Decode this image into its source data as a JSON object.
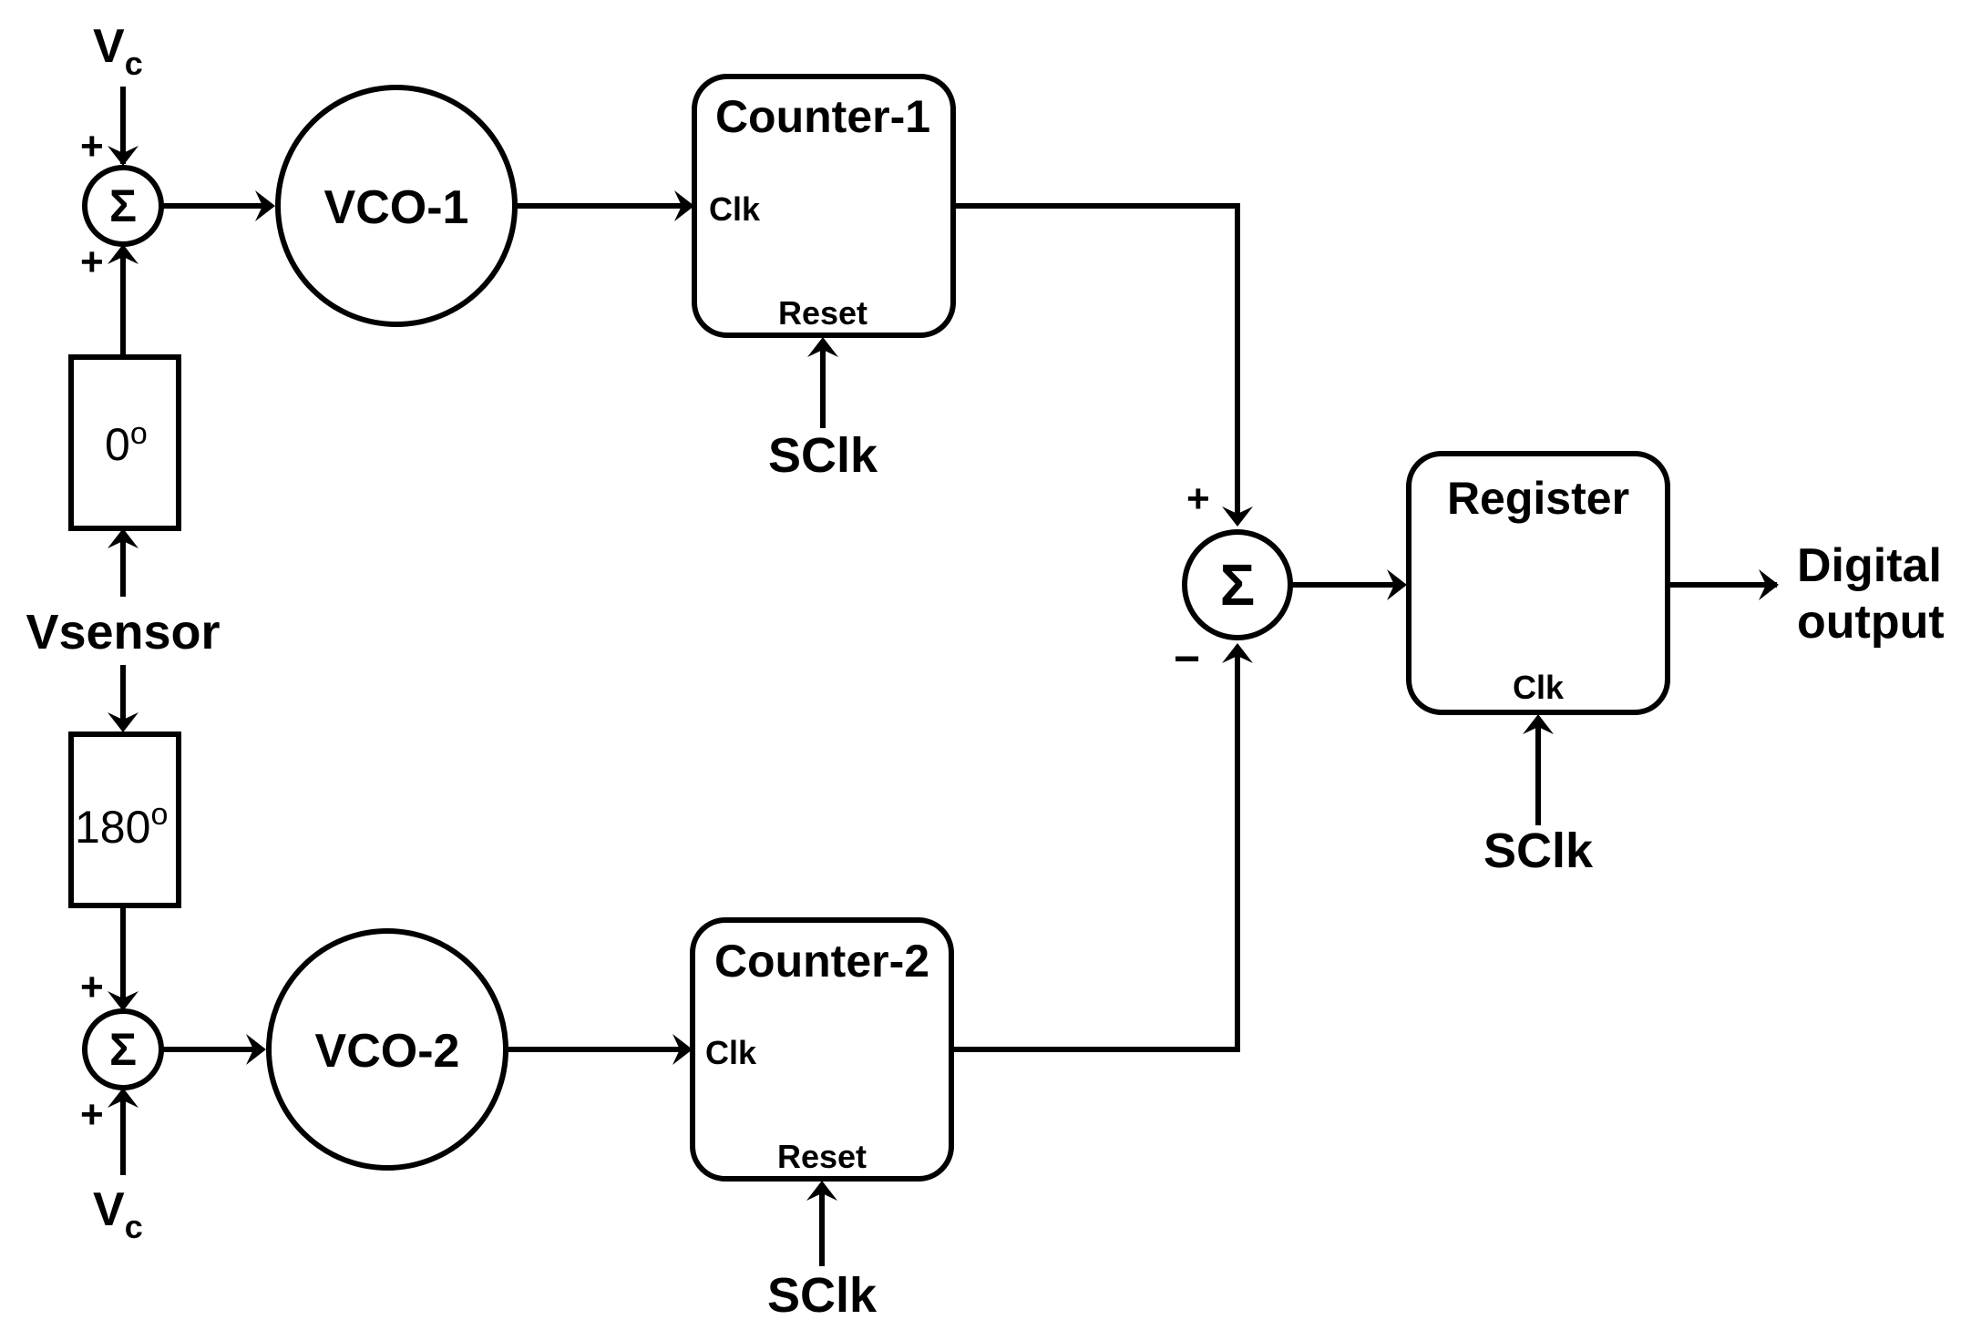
{
  "diagram": {
    "vc_top": {
      "main": "V",
      "sub": "c"
    },
    "vc_bottom": {
      "main": "V",
      "sub": "c"
    },
    "sum_symbol": "Σ",
    "plus": "+",
    "minus": "−",
    "phase_0": {
      "value": "0",
      "sup": "o"
    },
    "phase_180": {
      "value": "180",
      "sup": "o"
    },
    "vsensor": "Vsensor",
    "vco1": "VCO-1",
    "vco2": "VCO-2",
    "counter1": {
      "title": "Counter-1",
      "clk": "Clk",
      "reset": "Reset"
    },
    "counter2": {
      "title": "Counter-2",
      "clk": "Clk",
      "reset": "Reset"
    },
    "sclk": "SClk",
    "register": {
      "title": "Register",
      "clk": "Clk"
    },
    "output": {
      "line1": "Digital",
      "line2": "output"
    }
  }
}
